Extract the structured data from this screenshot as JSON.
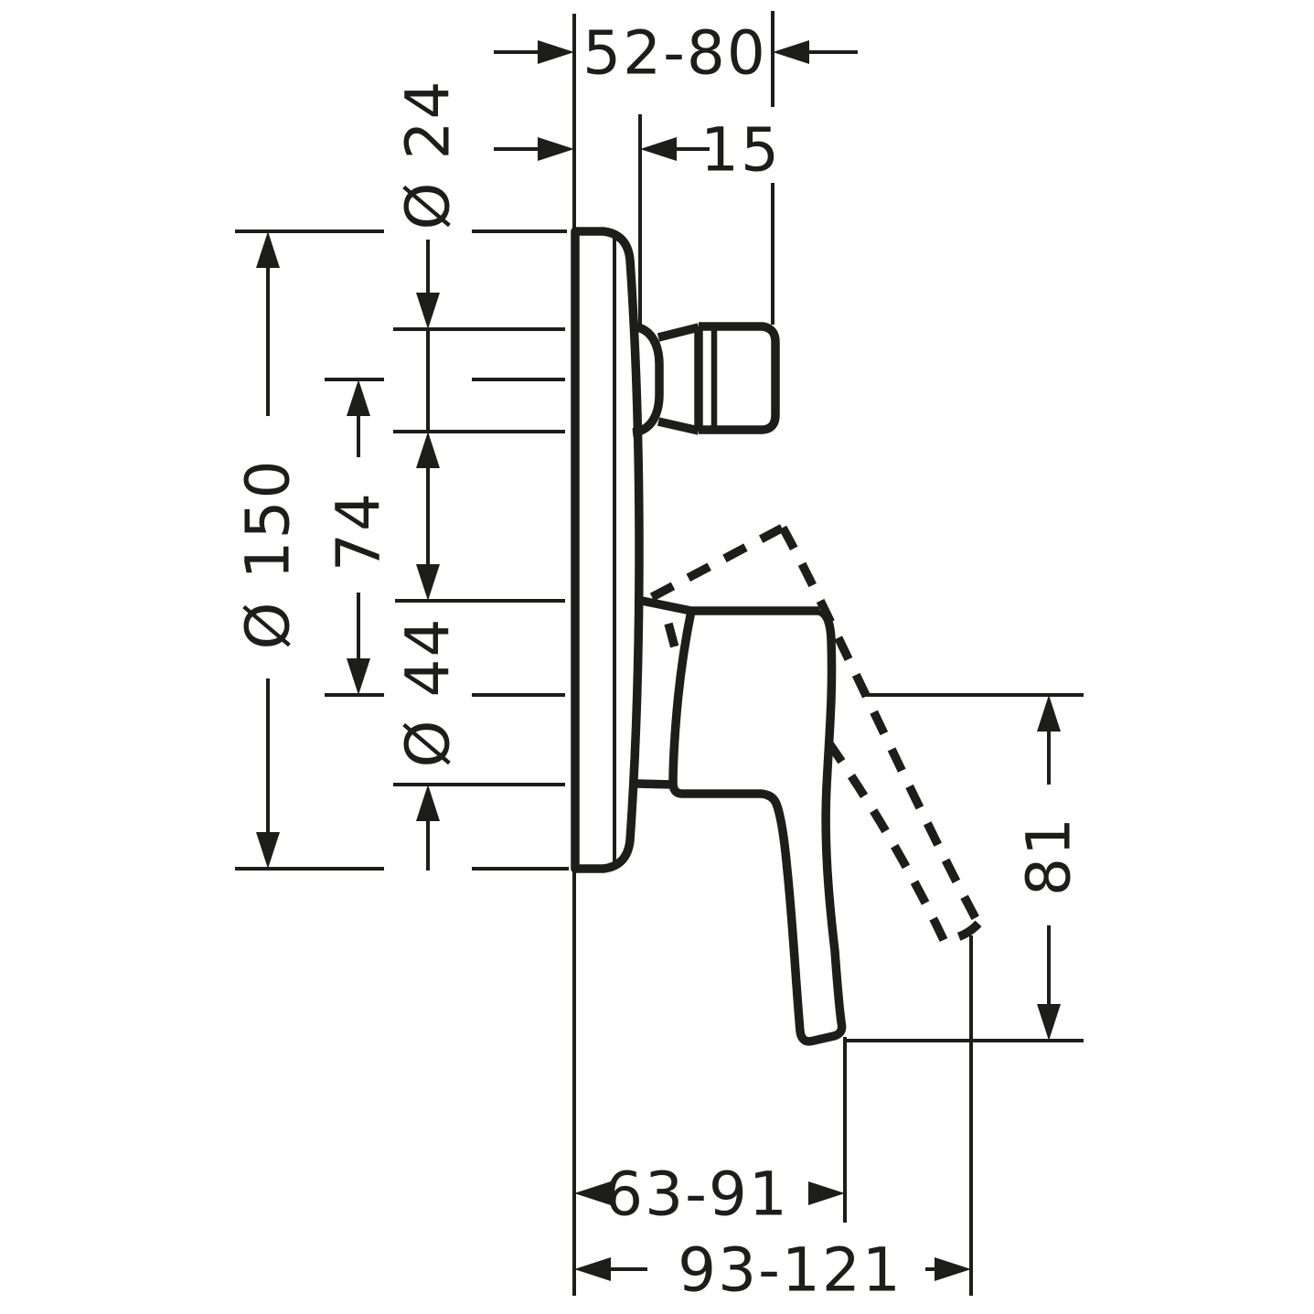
{
  "dims": {
    "depth_range": "52-80",
    "offset_15": "15",
    "dia_24": "Ø 24",
    "dia_150": "Ø 150",
    "dist_74": "74",
    "dia_44": "Ø 44",
    "dist_81": "81",
    "range_63_91": "63-91",
    "range_93_121": "93-121"
  },
  "colors": {
    "line": "#1d1d1b",
    "background": "#ffffff"
  }
}
